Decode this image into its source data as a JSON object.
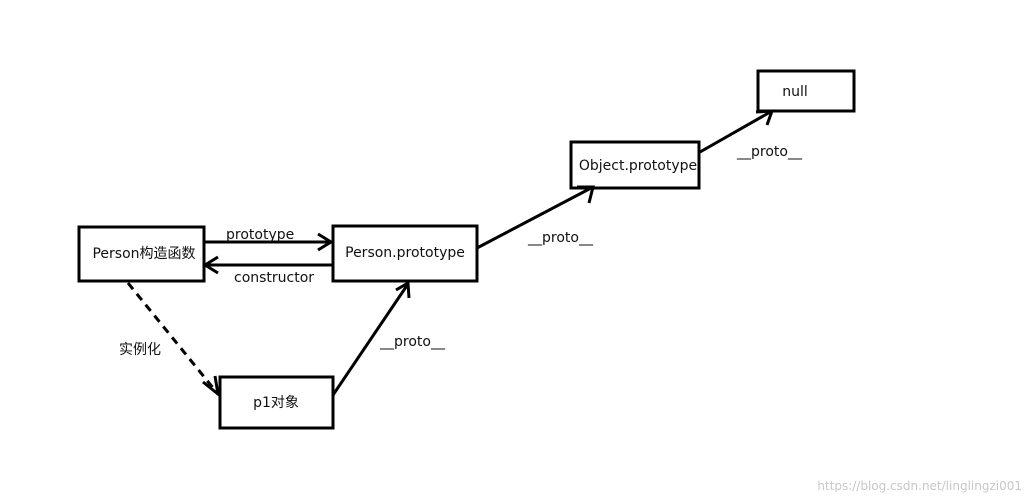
{
  "diagram": {
    "nodes": {
      "person_constructor": {
        "label": "Person构造函数"
      },
      "person_prototype": {
        "label": "Person.prototype"
      },
      "p1_object": {
        "label": "p1对象"
      },
      "object_prototype": {
        "label": "Object.prototype"
      },
      "null_node": {
        "label": "null"
      }
    },
    "edges": {
      "prototype": {
        "label": "prototype"
      },
      "constructor": {
        "label": "constructor"
      },
      "instantiate": {
        "label": "实例化"
      },
      "p1_proto": {
        "label": "__proto__"
      },
      "person_proto": {
        "label": "__proto__"
      },
      "object_proto": {
        "label": "__proto__"
      }
    }
  },
  "watermark": {
    "text": "https://blog.csdn.net/linglingzi001"
  },
  "colors": {
    "stroke": "#000000",
    "background": "#ffffff",
    "watermark": "#c8c8c8"
  }
}
